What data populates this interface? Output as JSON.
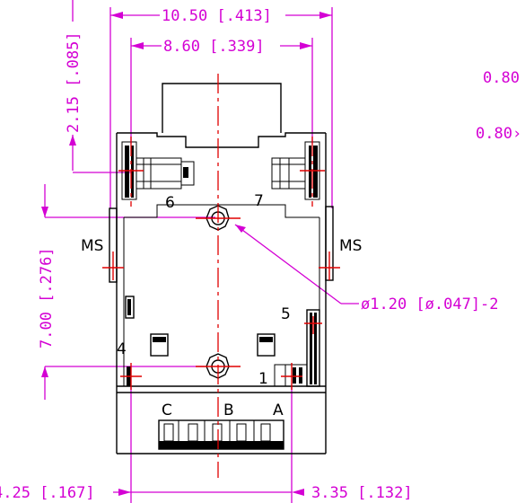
{
  "dimensions": {
    "overall_width": "10.50 [.413]",
    "pin_spacing": "8.60 [.339]",
    "top_offset": "2.15 [.085]",
    "hole_spacing": "7.00 [.276]",
    "hole_callout": "ø1.20 [ø.047]-2",
    "left_offset": "4.25 [.167]",
    "right_offset": "3.35 [.132]",
    "side_note_1": "0.80",
    "side_note_2": "0.80›"
  },
  "labels": {
    "pin_6": "6",
    "pin_7": "7",
    "pin_5": "5",
    "pin_4": "4",
    "pin_1": "1",
    "ms_left": "MS",
    "ms_right": "MS",
    "term_c": "C",
    "term_b": "B",
    "term_a": "A"
  },
  "colors": {
    "dimension": "#d400d4",
    "centerline": "#e00000",
    "outline": "#000000"
  }
}
